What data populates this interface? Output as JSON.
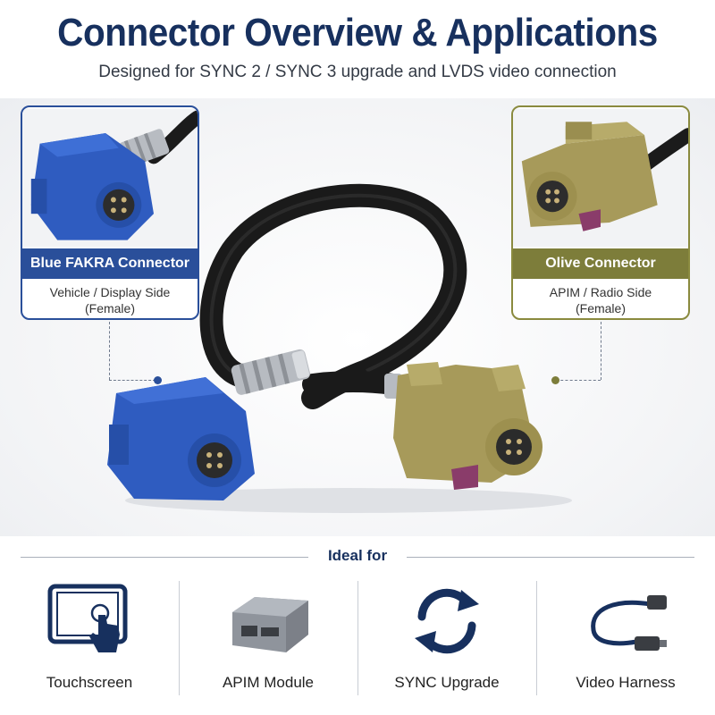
{
  "header": {
    "title": "Connector Overview & Applications",
    "subtitle": "Designed for SYNC 2 / SYNC 3 upgrade and LVDS video connection"
  },
  "callouts": [
    {
      "label": "Blue FAKRA Connector",
      "desc_line1": "Vehicle / Display Side",
      "desc_line2": "(Female)",
      "color": "#2a4f9a"
    },
    {
      "label": "Olive Connector",
      "desc_line1": "APIM / Radio Side",
      "desc_line2": "(Female)",
      "color": "#7d7d3a"
    }
  ],
  "ideal_for": {
    "heading": "Ideal for",
    "items": [
      {
        "label": "Touchscreen",
        "icon": "touchscreen-icon"
      },
      {
        "label": "APIM Module",
        "icon": "apim-module-icon"
      },
      {
        "label": "SYNC Upgrade",
        "icon": "sync-icon"
      },
      {
        "label": "Video Harness",
        "icon": "video-harness-icon"
      }
    ]
  },
  "colors": {
    "navy": "#17305e",
    "fakra_blue": "#2f5cc0",
    "olive": "#a79a5a"
  }
}
